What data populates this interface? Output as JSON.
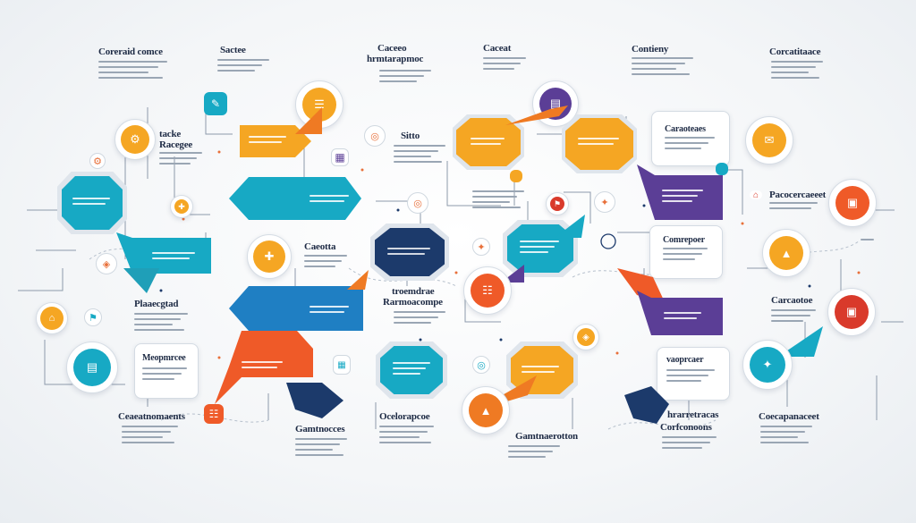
{
  "headings": {
    "top_1": "Coreraid comce",
    "top_2": "Sactee",
    "top_3": "Caceeo",
    "top_3_sub": "hrmtarapmoc",
    "top_4": "Caceat",
    "top_5": "Contieny",
    "top_6": "Corcatitaace",
    "left_1": "tacke",
    "left_1_sub": "Racegee",
    "mid_1": "Sitto",
    "mid_2": "Caeotta",
    "left_2": "Plaaecgtad",
    "mid_3": "troemdrae",
    "mid_3_sub": "Rarmoacompe",
    "right_1": "Caraoteaes",
    "right_2": "Pacocercaeeet",
    "right_3": "Comrepoer",
    "right_4": "Carcaotoe",
    "left_3": "Meopmrcee",
    "right_5": "vaoprcaer",
    "bot_1": "Ceaeatnomaents",
    "bot_2": "Gamtnocces",
    "bot_3": "Ocelorapcoe",
    "bot_4": "Gamtnaerotton",
    "bot_5": "hrarretracas",
    "bot_5_sub": "Corfconoons",
    "bot_6": "Coecapanaceet"
  },
  "icons": {
    "i1": "✎",
    "i2": "☰",
    "i3": "▤",
    "i4": "⚙",
    "i5": "✉",
    "i6": "▦",
    "i7": "◎",
    "i8": "✦",
    "i9": "⌂",
    "i10": "▣",
    "i11": "✚",
    "i12": "◈",
    "i13": "☷",
    "i14": "⚑",
    "i15": "▲"
  },
  "colors": {
    "teal": "#17a9c4",
    "orange": "#f5a623",
    "deep_orange": "#ef5a28",
    "navy": "#1c3a6b",
    "purple": "#5b3e96",
    "blue": "#1f7fc3",
    "red": "#d93a2b"
  }
}
